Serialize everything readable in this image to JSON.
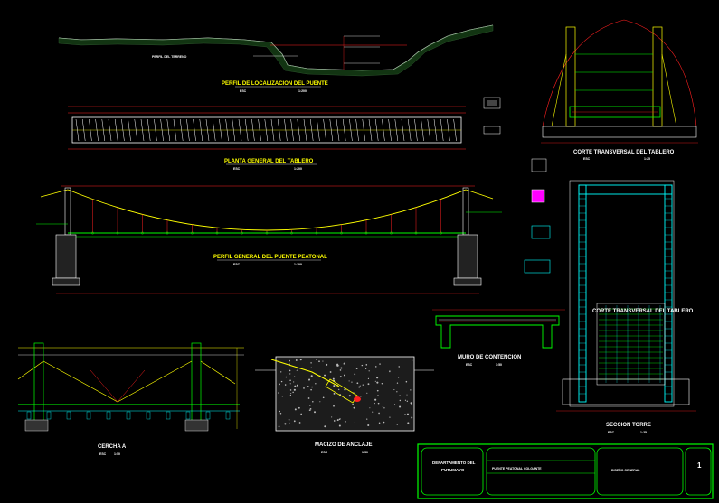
{
  "colors": {
    "background": "#000000",
    "line_red": "#ff2020",
    "line_yellow": "#ffff00",
    "line_green": "#00ff00",
    "line_cyan": "#00ffff",
    "line_white": "#ffffff",
    "line_magenta": "#ff00ff"
  },
  "views": {
    "perfil_localizacion": {
      "title": "PERFIL DE LOCALIZACION DEL PUENTE",
      "scale_prefix": "ESC",
      "scale": "1:200",
      "terrain_label": "PERFIL DEL TERRENO"
    },
    "planta_tablero": {
      "title": "PLANTA GENERAL DEL TABLERO",
      "scale_prefix": "ESC",
      "scale": "1:200"
    },
    "perfil_puente": {
      "title": "PERFIL GENERAL DEL PUENTE PEATONAL",
      "scale_prefix": "ESC",
      "scale": "1:200"
    },
    "corte_tablero_top": {
      "title": "CORTE TRANSVERSAL DEL TABLERO",
      "scale_prefix": "ESC",
      "scale": "1:25"
    },
    "corte_tablero_mid": {
      "title": "CORTE TRANSVERSAL DEL TABLERO"
    },
    "muro_contencion": {
      "title": "MURO DE CONTENCION",
      "scale_prefix": "ESC",
      "scale": "1:50"
    },
    "cercha": {
      "title": "CERCHA A",
      "scale_prefix": "ESC",
      "scale": "1:50"
    },
    "macizo_anclaje": {
      "title": "MACIZO DE ANCLAJE",
      "scale_prefix": "ESC",
      "scale": "1:50"
    },
    "seccion_torre": {
      "title": "SECCION TORRE",
      "scale_prefix": "ESC",
      "scale": "1:25"
    }
  },
  "title_block": {
    "department_line1": "DEPARTAMENTO DEL",
    "department_line2": "PUTUMAYO",
    "project": "PUENTE PEATONAL COLGANTE",
    "drawing": "DISEÑO GENERAL",
    "sheet_number": "1"
  }
}
